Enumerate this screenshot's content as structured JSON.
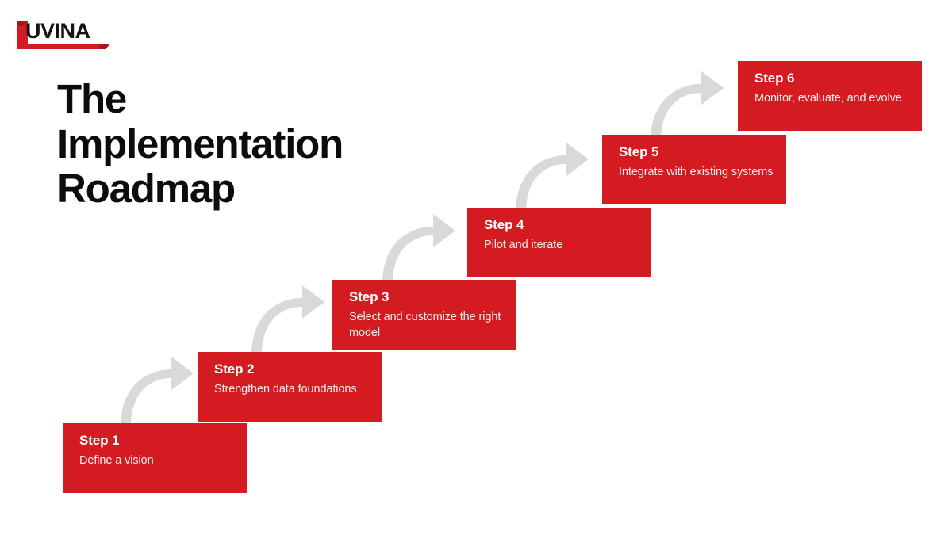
{
  "slide": {
    "background_color": "#FFFFFF",
    "accent_color": "#D41B22",
    "arrow_color": "#D9D9D9",
    "title_color": "#0C0C0C"
  },
  "logo": {
    "name": "luvina-logo",
    "wordmark": "UVINA",
    "full_text": "LUVINA",
    "mark_color": "#D41B22",
    "text_color": "#141414"
  },
  "title": {
    "line1": "The",
    "line2": "Implementation",
    "line3": "Roadmap",
    "full": "The Implementation Roadmap"
  },
  "steps": [
    {
      "label": "Step 1",
      "description": "Define a vision"
    },
    {
      "label": "Step 2",
      "description": "Strengthen data foundations"
    },
    {
      "label": "Step 3",
      "description": "Select and customize the right model"
    },
    {
      "label": "Step 4",
      "description": "Pilot and iterate"
    },
    {
      "label": "Step 5",
      "description": "Integrate with existing systems"
    },
    {
      "label": "Step 6",
      "description": "Monitor, evaluate, and evolve"
    }
  ],
  "connectors": [
    {
      "name": "arrow-step1-to-step2",
      "from": "Step 1",
      "to": "Step 2"
    },
    {
      "name": "arrow-step2-to-step3",
      "from": "Step 2",
      "to": "Step 3"
    },
    {
      "name": "arrow-step3-to-step4",
      "from": "Step 3",
      "to": "Step 4"
    },
    {
      "name": "arrow-step4-to-step5",
      "from": "Step 4",
      "to": "Step 5"
    },
    {
      "name": "arrow-step5-to-step6",
      "from": "Step 5",
      "to": "Step 6"
    }
  ]
}
